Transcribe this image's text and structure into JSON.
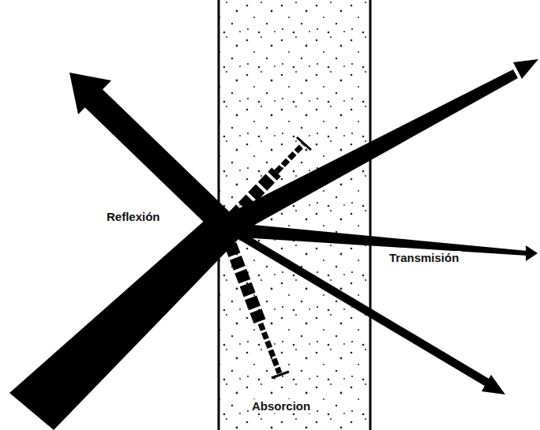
{
  "diagram": {
    "labels": [
      "Reflexión",
      "Transmisión",
      "Absorcion"
    ]
  }
}
